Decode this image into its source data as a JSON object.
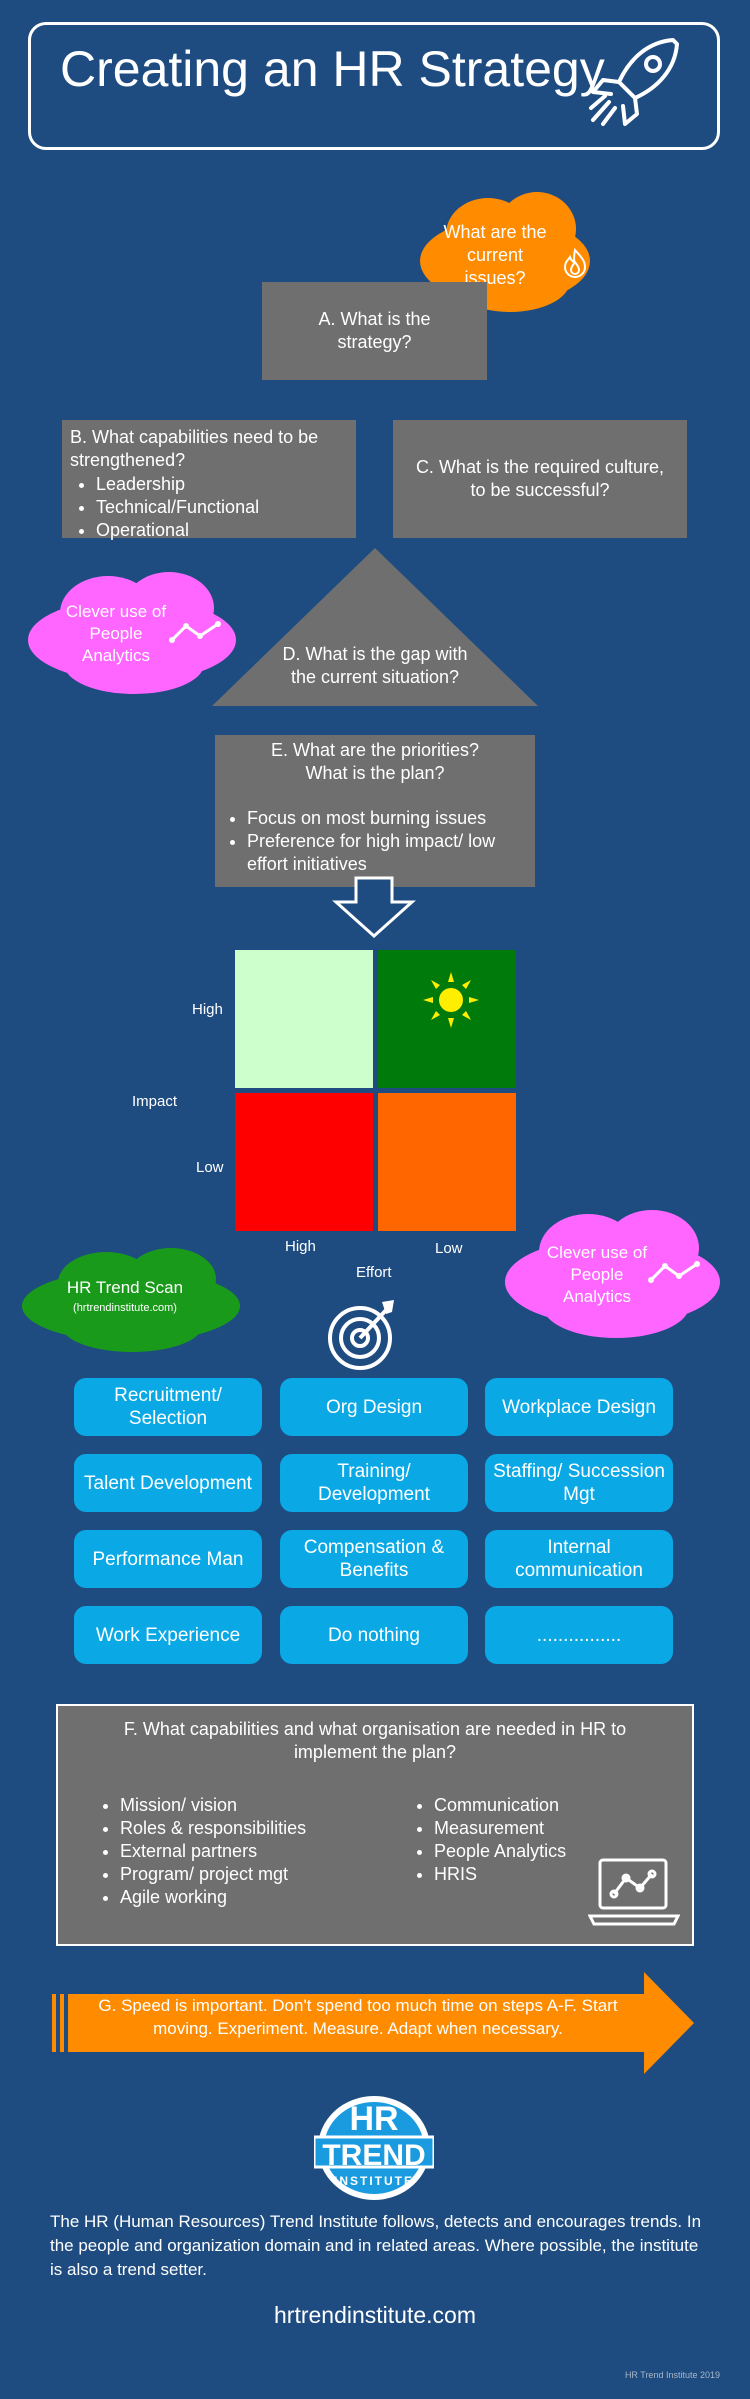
{
  "header": {
    "title": "Creating an HR Strategy"
  },
  "clouds": {
    "issues": "What are the current issues?",
    "analytics1": "Clever use of People Analytics",
    "analytics2": "Clever use of People Analytics",
    "trendscan_title": "HR Trend Scan",
    "trendscan_sub": "(hrtrendinstitute.com)"
  },
  "steps": {
    "a": "A. What is the strategy?",
    "b_title": "B. What capabilities need to be strengthened?",
    "b_items": [
      "Leadership",
      "Technical/Functional",
      "Operational"
    ],
    "c": "C. What is the required culture, to be successful?",
    "d": "D. What is the gap with the current situation?",
    "e_title": "E. What are the priorities? What is the plan?",
    "e_items": [
      "Focus on most burning issues",
      "Preference for high impact/ low effort initiatives"
    ]
  },
  "matrix": {
    "impact_label": "Impact",
    "effort_label": "Effort",
    "high_y": "High",
    "low_y": "Low",
    "high_x": "High",
    "low_x": "Low",
    "colors": {
      "tl": "#ccffcc",
      "tr": "#007a0a",
      "bl": "#ff0000",
      "br": "#ff6600"
    }
  },
  "tiles": [
    "Recruitment/ Selection",
    "Org Design",
    "Workplace Design",
    "Talent Development",
    "Training/ Development",
    "Staffing/ Succession Mgt",
    "Performance Man",
    "Compensation & Benefits",
    "Internal communication",
    "Work Experience",
    "Do nothing",
    "................"
  ],
  "section_f": {
    "title": "F. What capabilities and what organisation are needed in HR to implement the plan?",
    "col1": [
      "Mission/ vision",
      "Roles & responsibilities",
      "External partners",
      "Program/ project mgt",
      "Agile working"
    ],
    "col2": [
      "Communication",
      "Measurement",
      "People Analytics",
      "HRIS"
    ]
  },
  "section_g": {
    "text": "G. Speed is important. Don't spend too much time on steps A-F. Start moving. Experiment. Measure. Adapt when necessary."
  },
  "logo": {
    "line1": "HR",
    "line2": "TREND",
    "line3": "INSTITUTE"
  },
  "footer": {
    "description": "The HR (Human Resources) Trend Institute follows, detects and encourages trends. In the people and organization domain and in related areas. Where possible, the institute is also a trend setter.",
    "url": "hrtrendinstitute.com",
    "credit": "HR Trend Institute 2019"
  },
  "colors": {
    "background": "#1e4c80",
    "box_gray": "#6f6f6f",
    "orange": "#ff8c00",
    "pink": "#ff66ff",
    "green": "#1a9a1a",
    "tile_blue": "#0aa9e6"
  }
}
